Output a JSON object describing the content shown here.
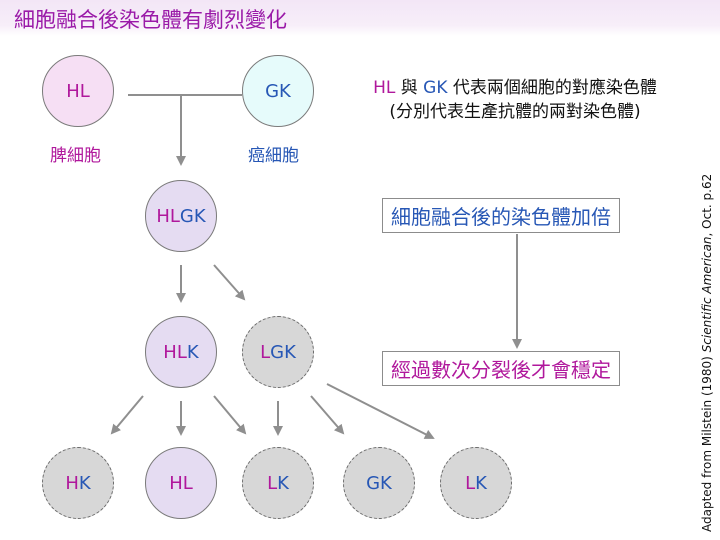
{
  "title": "細胞融合後染色體有劇烈變化",
  "parents": {
    "left": {
      "prefix": "HL",
      "label": "脾細胞"
    },
    "right": {
      "prefix": "GK",
      "label": "癌細胞"
    }
  },
  "legend": {
    "hl": "HL",
    "and": " 與 ",
    "gk": "GK",
    "line1_rest": " 代表兩個細胞的對應染色體",
    "line2": "(分別代表生產抗體的兩對染色體)"
  },
  "hybrid": {
    "hl": "HL",
    "gk": "GK"
  },
  "second": {
    "a": {
      "hl": "HL",
      "k": "K"
    },
    "b": {
      "l": "L",
      "gk": "GK"
    }
  },
  "boxes": {
    "doubled": "細胞融合後的染色體加倍",
    "stable": "經過數次分裂後才會穩定"
  },
  "bottom": {
    "n1": {
      "h": "H",
      "k": "K"
    },
    "n2": {
      "hl": "HL"
    },
    "n3": {
      "l": "L",
      "k": "K"
    },
    "n4": {
      "gk": "GK"
    },
    "n5": {
      "l": "L",
      "k": "K"
    }
  },
  "source": {
    "prefix": "Adapted from Milstein (1980) ",
    "journal": "Scientific American",
    "suffix": ", Oct. p.62"
  }
}
